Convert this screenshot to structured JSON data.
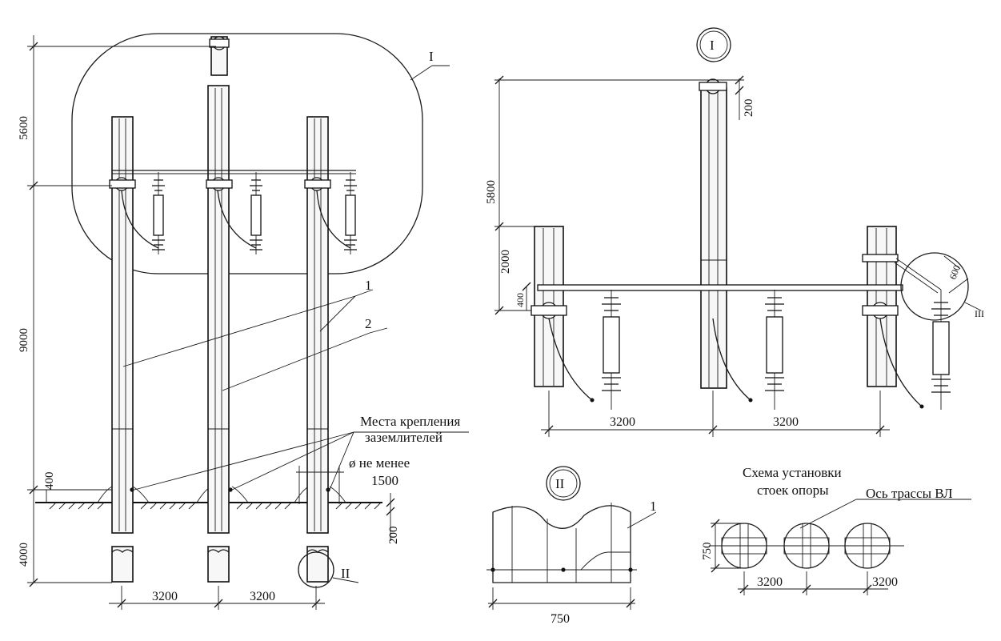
{
  "left_view": {
    "dims": {
      "d5600": "5600",
      "d9000": "9000",
      "d400": "400",
      "d4000": "4000",
      "d200": "200",
      "d3200a": "3200",
      "d3200b": "3200",
      "d1500": "1500"
    },
    "callouts": {
      "c1": "1",
      "c2": "2",
      "I": "I",
      "II": "II"
    },
    "annotation": {
      "line1": "Места крепления",
      "line2": "заземлителей",
      "line3": "ø не менее"
    }
  },
  "detail_I": {
    "title": "I",
    "dims": {
      "d200": "200",
      "d5800": "5800",
      "d2000": "2000",
      "d400": "400",
      "d600": "600",
      "d3200a": "3200",
      "d3200b": "3200"
    },
    "callout_III": "III"
  },
  "detail_II": {
    "title": "II",
    "callout": "1",
    "dim": "750"
  },
  "scheme": {
    "title1": "Схема установки",
    "title2": "стоек опоры",
    "axis_label": "Ось трассы ВЛ",
    "dims": {
      "d750": "750",
      "d3200a": "3200",
      "d3200b": "3200"
    }
  }
}
